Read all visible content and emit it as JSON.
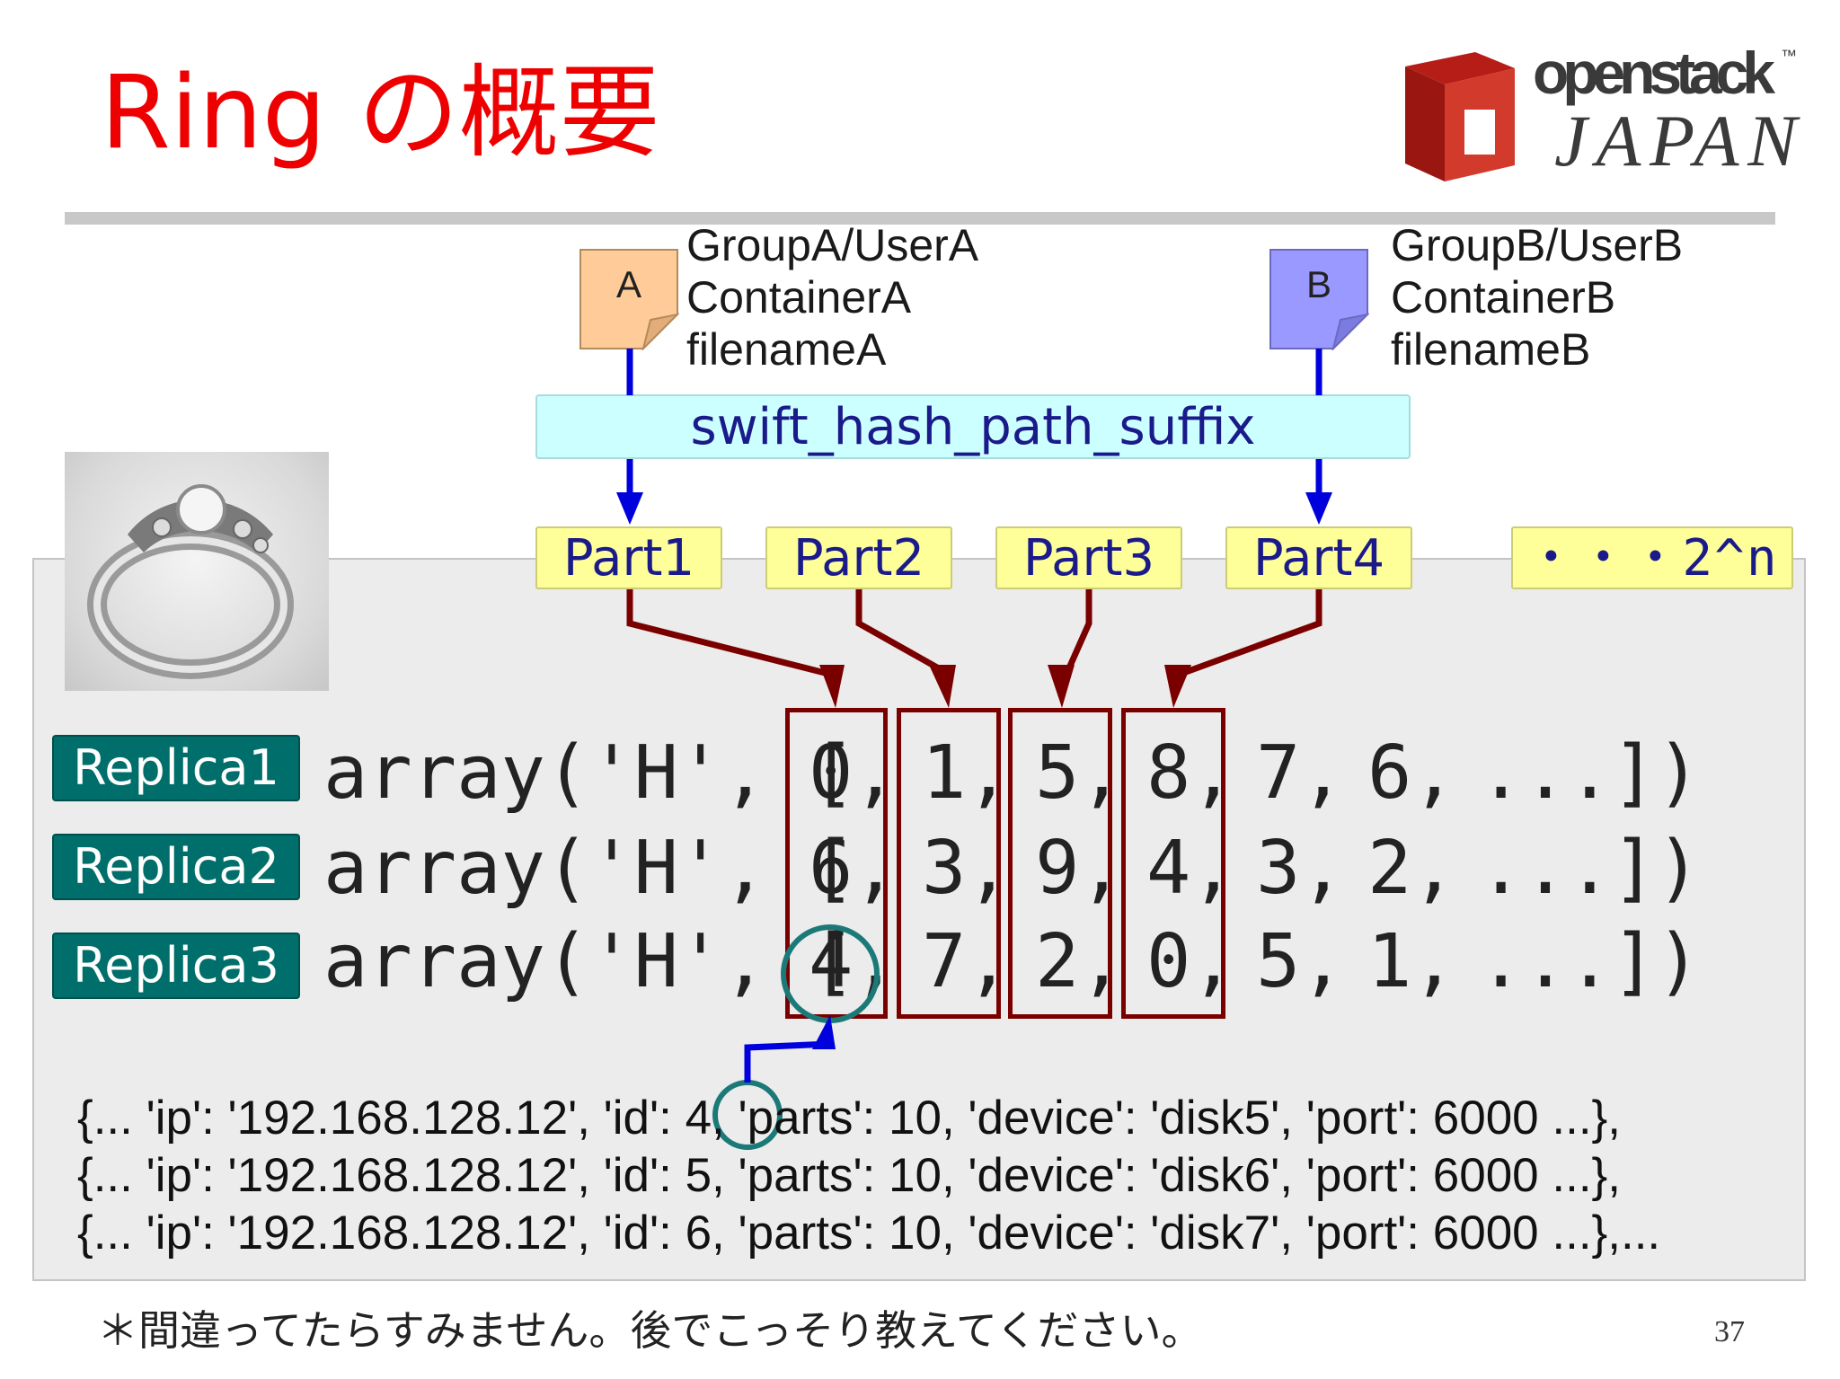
{
  "slide": {
    "title": "Ring の概要",
    "page_number": "37",
    "footnote": "＊間違ってたらすみません。後でこっそり教えてください。"
  },
  "logo": {
    "wordmark_top": "openstack",
    "trademark": "™",
    "wordmark_bottom": "JAPAN",
    "colors": {
      "brand_red": "#c8281e",
      "text_dark": "#3a3a3a"
    }
  },
  "objects": [
    {
      "letter": "A",
      "lines": [
        "GroupA/UserA",
        "ContainerA",
        "filenameA"
      ],
      "color": "#ffcc99"
    },
    {
      "letter": "B",
      "lines": [
        "GroupB/UserB",
        "ContainerB",
        "filenameB"
      ],
      "color": "#9999ff"
    }
  ],
  "hash_label": "swift_hash_path_suffix",
  "partitions": [
    "Part1",
    "Part2",
    "Part3",
    "Part4"
  ],
  "partitions_more": "・・・2^n",
  "replicas": [
    {
      "label": "Replica1",
      "values": [
        "0",
        "1",
        "5",
        "8",
        "7",
        "6"
      ]
    },
    {
      "label": "Replica2",
      "values": [
        "6",
        "3",
        "9",
        "4",
        "3",
        "2"
      ]
    },
    {
      "label": "Replica3",
      "values": [
        "4",
        "7",
        "2",
        "0",
        "5",
        "1"
      ]
    }
  ],
  "code": {
    "prefix": "array('H', [",
    "suffix": "...])",
    "separator": ","
  },
  "devices": [
    "{... 'ip': '192.168.128.12', 'id': 4, 'parts': 10, 'device': 'disk5', 'port': 6000 ...},",
    "{... 'ip': '192.168.128.12', 'id': 5, 'parts': 10, 'device': 'disk6', 'port': 6000 ...},",
    "{... 'ip': '192.168.128.12', 'id': 6, 'parts': 10, 'device': 'disk7', 'port': 6000 ...},..."
  ],
  "colors": {
    "title": "#ee0000",
    "partition_fill": "#ffff99",
    "hash_fill": "#ccffff",
    "replica_fill": "#006e6a",
    "mapping_arrow": "#7a0000",
    "hash_arrow": "#0000dd",
    "highlight_circle": "#1b7a78"
  }
}
